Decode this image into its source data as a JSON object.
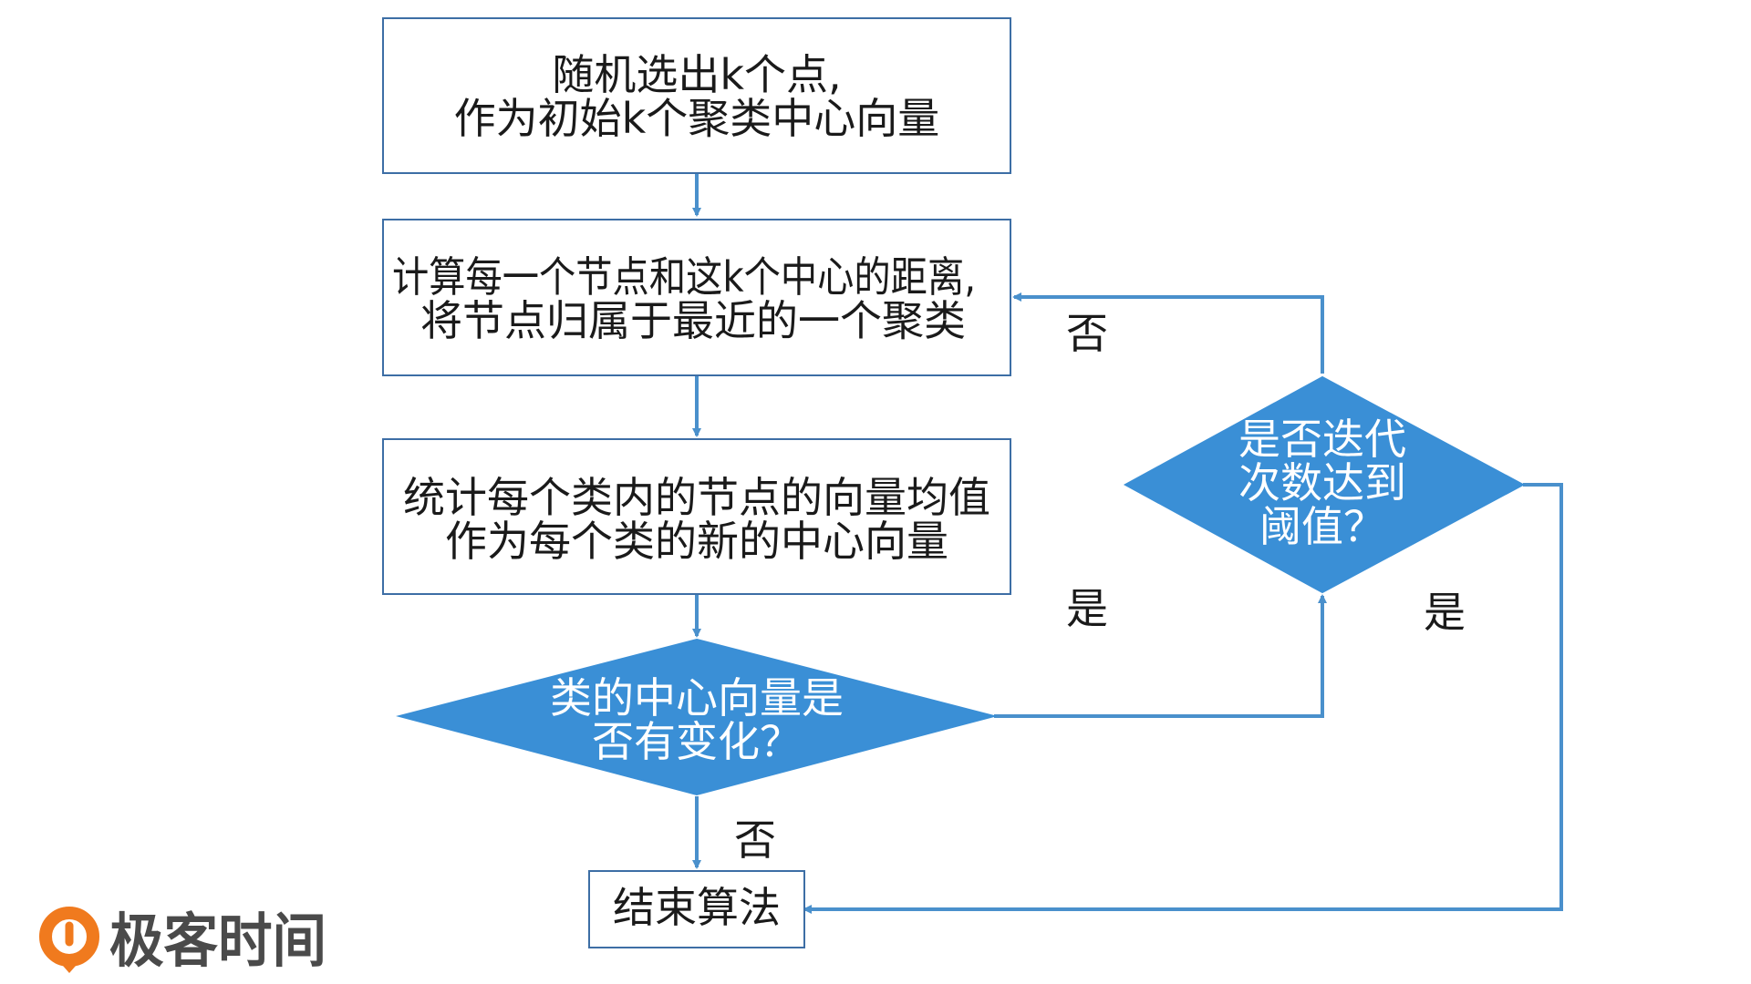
{
  "colors": {
    "box_border": "#3d6ea5",
    "diamond_fill": "#3a8fd6",
    "arrow": "#4a90cc",
    "logo_orange": "#f07a1e",
    "logo_text": "#4a4a4a"
  },
  "nodes": {
    "init": [
      "随机选出k个点,",
      "作为初始k个聚类中心向量"
    ],
    "assign": [
      "计算每一个节点和这k个中心的距离,",
      "将节点归属于最近的一个聚类"
    ],
    "update": [
      "统计每个类内的节点的向量均值",
      "作为每个类的新的中心向量"
    ],
    "changed": [
      "类的中心向量是",
      "否有变化？"
    ],
    "threshold": [
      "是否迭代",
      "次数达到",
      "阈值？"
    ],
    "end": [
      "结束算法"
    ]
  },
  "edge_labels": {
    "threshold_no": "否",
    "changed_yes": "是",
    "threshold_yes": "是",
    "changed_no": "否"
  },
  "logo": {
    "name": "极客时间",
    "icon": "geektime-logo-icon"
  }
}
